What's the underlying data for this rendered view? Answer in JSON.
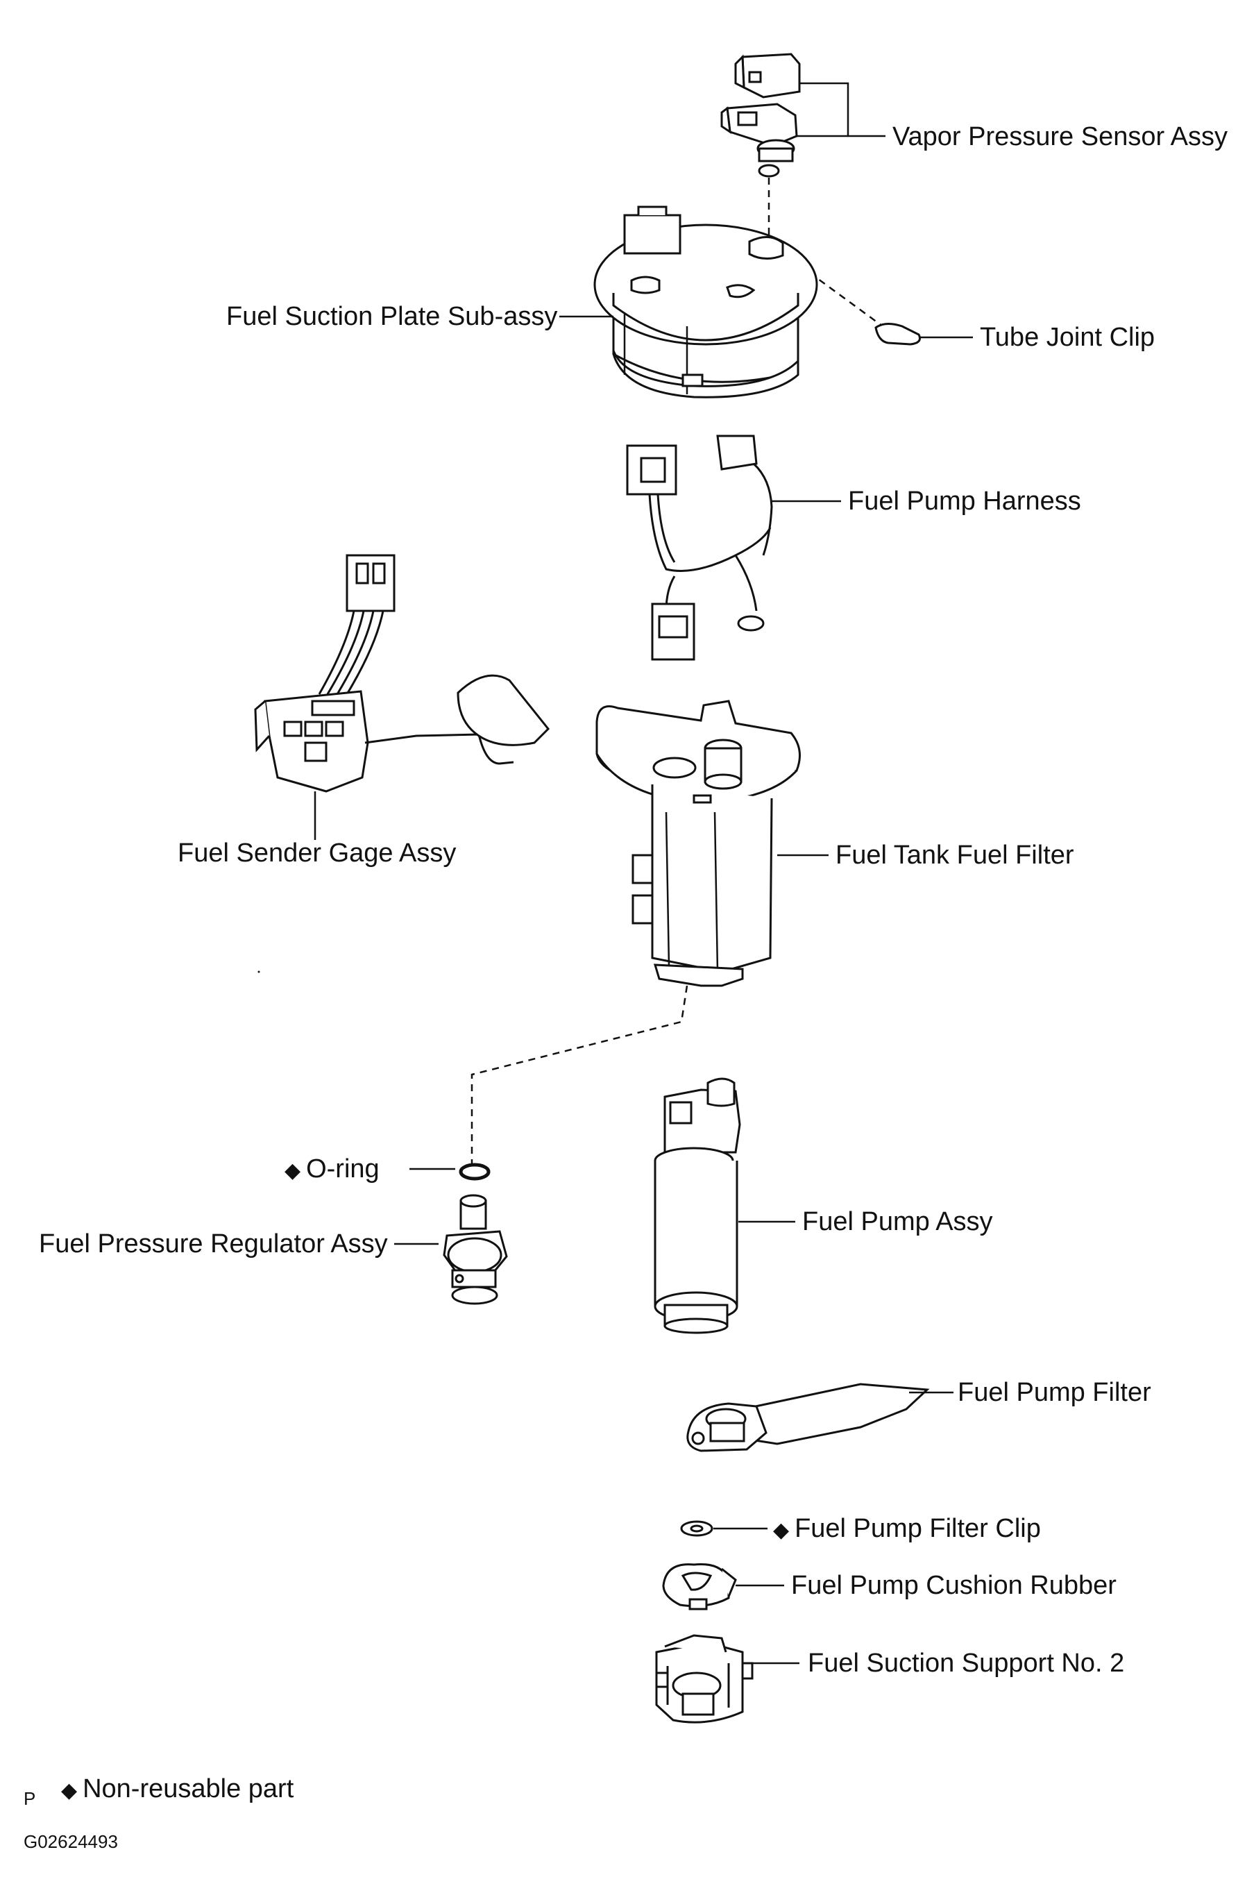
{
  "labels": {
    "vapor_sensor": "Vapor Pressure Sensor Assy",
    "suction_plate": "Fuel Suction Plate Sub-assy",
    "tube_clip": "Tube Joint Clip",
    "pump_harness": "Fuel Pump Harness",
    "sender_gage": "Fuel Sender Gage Assy",
    "tank_filter": "Fuel Tank Fuel Filter",
    "o_ring": "O-ring",
    "pressure_regulator": "Fuel Pressure Regulator Assy",
    "pump_assy": "Fuel Pump Assy",
    "pump_filter": "Fuel Pump Filter",
    "filter_clip": "Fuel Pump Filter Clip",
    "cushion_rubber": "Fuel Pump Cushion Rubber",
    "suction_support": "Fuel Suction Support No. 2"
  },
  "legend": {
    "symbol": "◆",
    "text": "Non-reusable part",
    "marker": "P"
  },
  "figure_code": "G02624493"
}
